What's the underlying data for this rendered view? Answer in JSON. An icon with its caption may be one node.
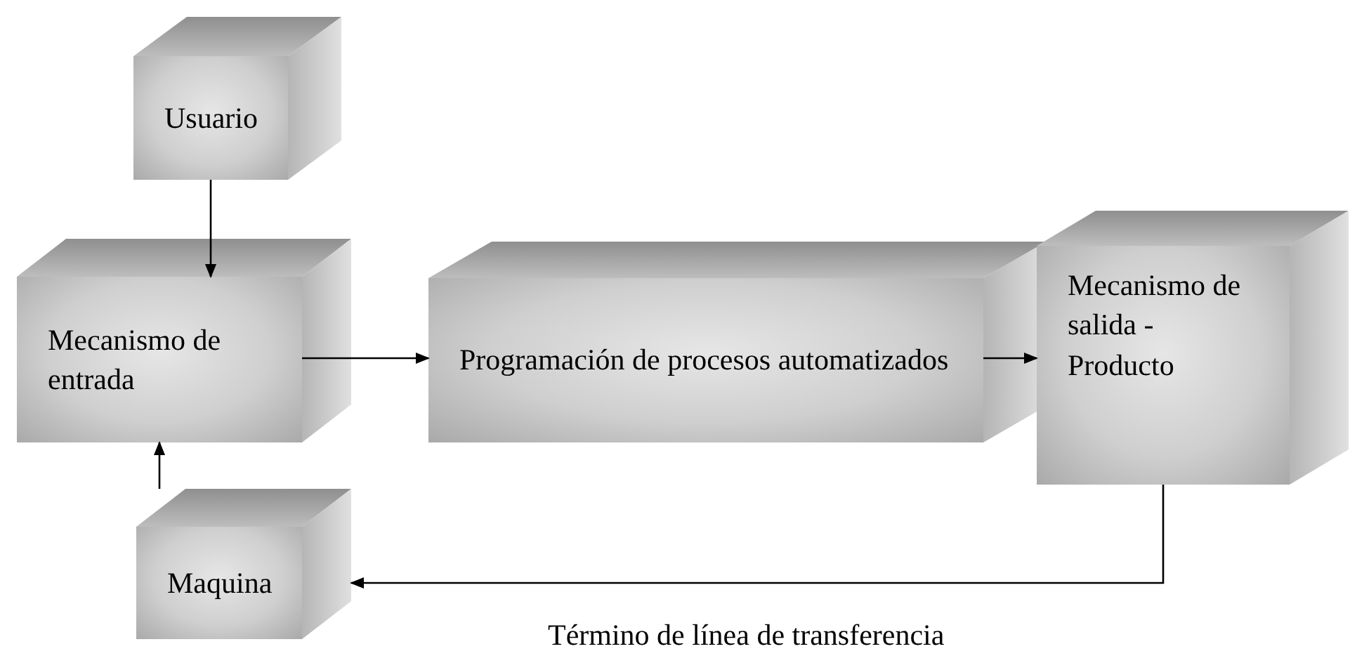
{
  "diagram": {
    "nodes": [
      {
        "text": [
          "Usuario"
        ]
      },
      {
        "text": [
          "Mecanismo de entrada"
        ]
      },
      {
        "text": [
          "Programación de procesos automatizados"
        ]
      },
      {
        "text": [
          "Mecanismo de salida - Producto"
        ]
      },
      {
        "text": [
          "Maquina"
        ]
      }
    ],
    "edges": [
      {
        "from": 0,
        "to": 1,
        "arrow": "to"
      },
      {
        "from": 1,
        "to": 2,
        "arrow": "to"
      },
      {
        "from": 2,
        "to": 3,
        "arrow": "to"
      },
      {
        "from": 3,
        "to": 4,
        "arrow": "to"
      },
      {
        "from": 4,
        "to": 1,
        "arrow": "to"
      }
    ],
    "labels": [
      "Término de línea de transferencia"
    ]
  }
}
